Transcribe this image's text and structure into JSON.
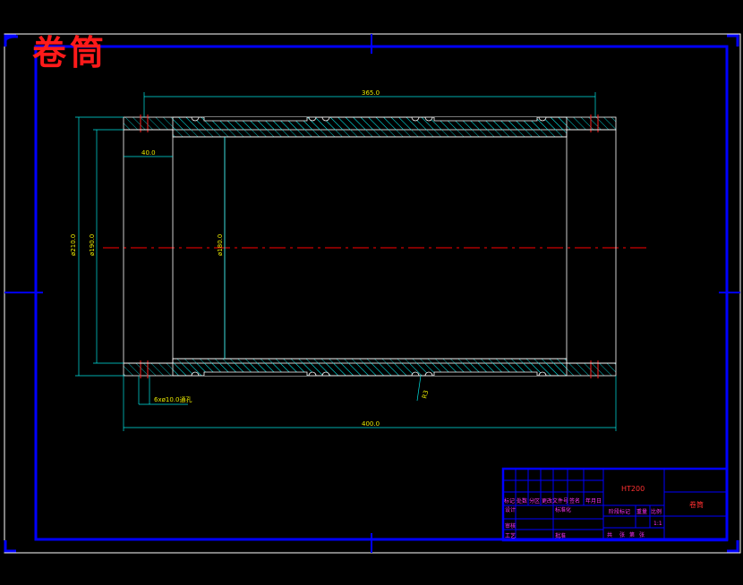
{
  "drawing": {
    "title": "卷筒",
    "material": "HT200",
    "part_name": "卷筒"
  },
  "dimensions": {
    "top_length": "365.0",
    "bottom_length": "400.0",
    "end_width": "40.0",
    "outer_diameter": "ø210.0",
    "inner_diameter_a": "ø190.0",
    "inner_diameter_b": "ø180.0",
    "groove_note": "6xø10.0通孔",
    "groove_radius": "R3"
  },
  "title_block": {
    "row1": [
      "标记",
      "处数",
      "分区",
      "更改文件号",
      "签名",
      "年月日"
    ],
    "row2": [
      "设计",
      "标准化"
    ],
    "row3": [
      "审核"
    ],
    "row4": [
      "工艺",
      "批准"
    ],
    "stage_labels": [
      "阶段标记",
      "重量",
      "比例"
    ],
    "sheet_labels": [
      "共",
      "张",
      "第",
      "张"
    ],
    "scale": "1:1"
  },
  "colors": {
    "frame": "#0000ff",
    "outline": "#ffffff",
    "dimension": "#00e6e6",
    "hatch": "#00e6e6",
    "centerline": "#ff0000",
    "title": "#ff1a1a",
    "titleblock_text": "#ff33ff"
  }
}
